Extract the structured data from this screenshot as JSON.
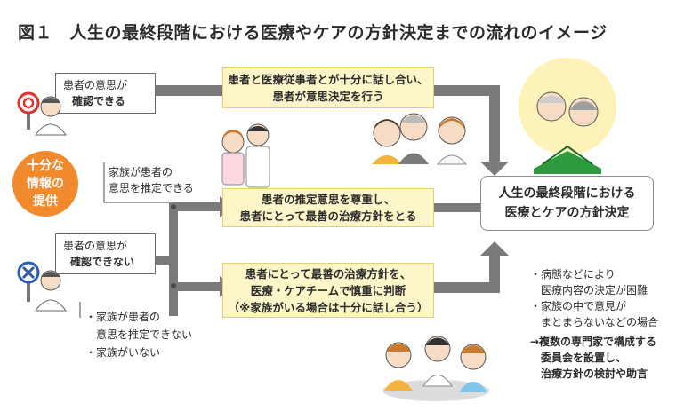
{
  "title": "図１　人生の最終段階における医療やケアの方針決定までの流れのイメージ",
  "left": {
    "can_confirm": [
      "患者の意思が",
      "確認できる"
    ],
    "cannot_confirm": [
      "患者の意思が",
      "確認できない"
    ],
    "info_badge": [
      "十分な",
      "情報の",
      "提供"
    ],
    "family_can_estimate": [
      "家族が患者の",
      "意思を推定できる"
    ],
    "family_cannot": [
      "・家族が患者の",
      "　意思を推定できない",
      "・家族がいない"
    ]
  },
  "middle": {
    "box1": [
      "患者と医療従事者とが十分に話し合い、",
      "患者が意思決定を行う"
    ],
    "box2": [
      "患者の推定意思を尊重し、",
      "患者にとって最善の治療方針をとる"
    ],
    "box3": [
      "患者にとって最善の治療方針を、",
      "医療・ケアチームで慎重に判断",
      "（※家族がいる場合は十分に話し合う）"
    ]
  },
  "result": [
    "人生の最終段階における",
    "医療とケアの方針決定"
  ],
  "right_notes": {
    "bullets": [
      "・病態などにより",
      "　医療内容の決定が困難",
      "・家族の中で意見が",
      "　まとまらないなどの場合"
    ],
    "committee": [
      "→複数の専門家で構成する",
      "　委員会を設置し、",
      "　治療方針の検討や助言"
    ]
  },
  "icons": [
    "ok-sign-doctor-icon",
    "ng-sign-doctor-icon",
    "family-group-icon",
    "care-team-icon",
    "elderly-couple-icon",
    "committee-icon"
  ],
  "colors": {
    "arrow": "#7a7a7a",
    "yellow_box": "#fdf6c8",
    "orange_badge": "#f08a2c",
    "ok_red": "#e03030",
    "ng_blue": "#2a5cb8"
  }
}
